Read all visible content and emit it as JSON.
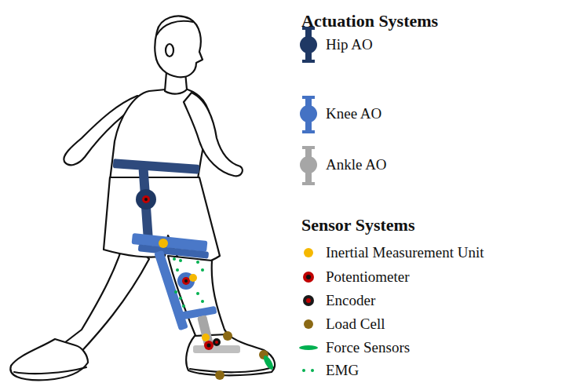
{
  "diagram": {
    "labels": [
      "Actuation Systems",
      "Sensor Systems"
    ],
    "legend": [
      {
        "text": "Hip AO",
        "color": "#1f3864"
      },
      {
        "text": "Knee AO",
        "color": "#4472c4"
      },
      {
        "text": "Ankle AO",
        "color": "#a6a6a6"
      },
      {
        "text": "Inertial Measurement Unit",
        "color": "#f5b800"
      },
      {
        "text": "Potentiometer",
        "color": "#c00000"
      },
      {
        "text": "Encoder",
        "color": "#1a1a1a"
      },
      {
        "text": "Load Cell",
        "color": "#8b6914"
      },
      {
        "text": "Force Sensors",
        "color": "#00b050"
      },
      {
        "text": "EMG",
        "color": "#00b050"
      }
    ]
  }
}
